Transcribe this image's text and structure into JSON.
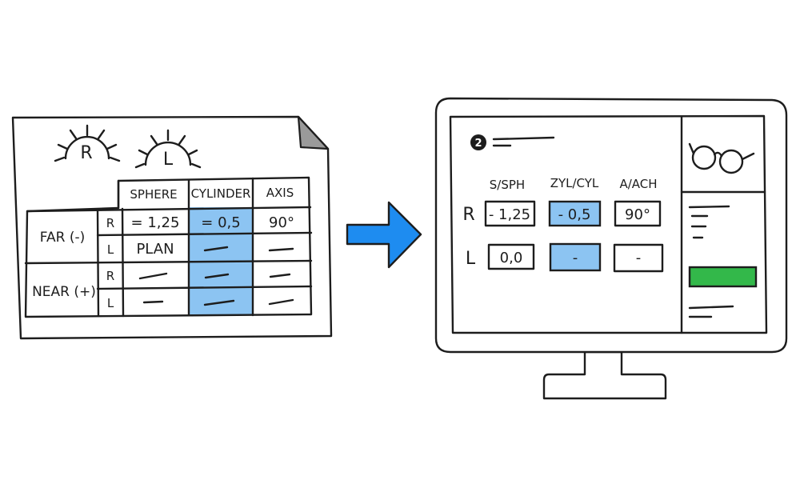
{
  "prescription": {
    "lens_labels": {
      "right": "R",
      "left": "L"
    },
    "columns": {
      "sphere": "SPHERE",
      "cylinder": "CYLINDER",
      "axis": "AXIS"
    },
    "sections": {
      "far": "FAR (-)",
      "near": "NEAR (+)"
    },
    "eye_labels": {
      "r": "R",
      "l": "L"
    },
    "far_right": {
      "sphere": "= 1,25",
      "cylinder": "= 0,5",
      "axis": "90°"
    },
    "far_left": {
      "sphere": "PLAN"
    }
  },
  "monitor": {
    "step_number": "2",
    "columns": {
      "sph": "S/SPH",
      "cyl": "ZYL/CYL",
      "ach": "A/ACH"
    },
    "row_labels": {
      "r": "R",
      "l": "L"
    },
    "right": {
      "sph": "- 1,25",
      "cyl": "- 0,5",
      "ach": "90°"
    },
    "left": {
      "sph": "0,0",
      "cyl": "-",
      "ach": "-"
    }
  },
  "colors": {
    "highlight_blue": "#8cc4f2",
    "arrow_blue": "#1e8cf0",
    "button_green": "#33b84a",
    "fold_gray": "#9a9a9a",
    "ink": "#1d1d1d"
  }
}
